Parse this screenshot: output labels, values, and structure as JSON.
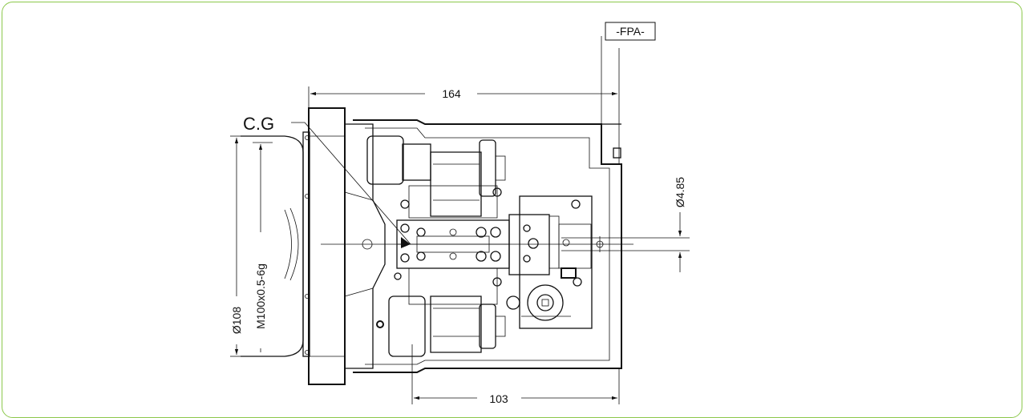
{
  "datum_label": "-FPA-",
  "cg_label": "C.G",
  "dimensions": {
    "overall_length": "164",
    "rear_length": "103",
    "thread": "M100x0.5-6g",
    "diameter": "Ø108",
    "aperture": "Ø4.85"
  },
  "colors": {
    "frame": "#8cc84b",
    "line": "#111111"
  }
}
